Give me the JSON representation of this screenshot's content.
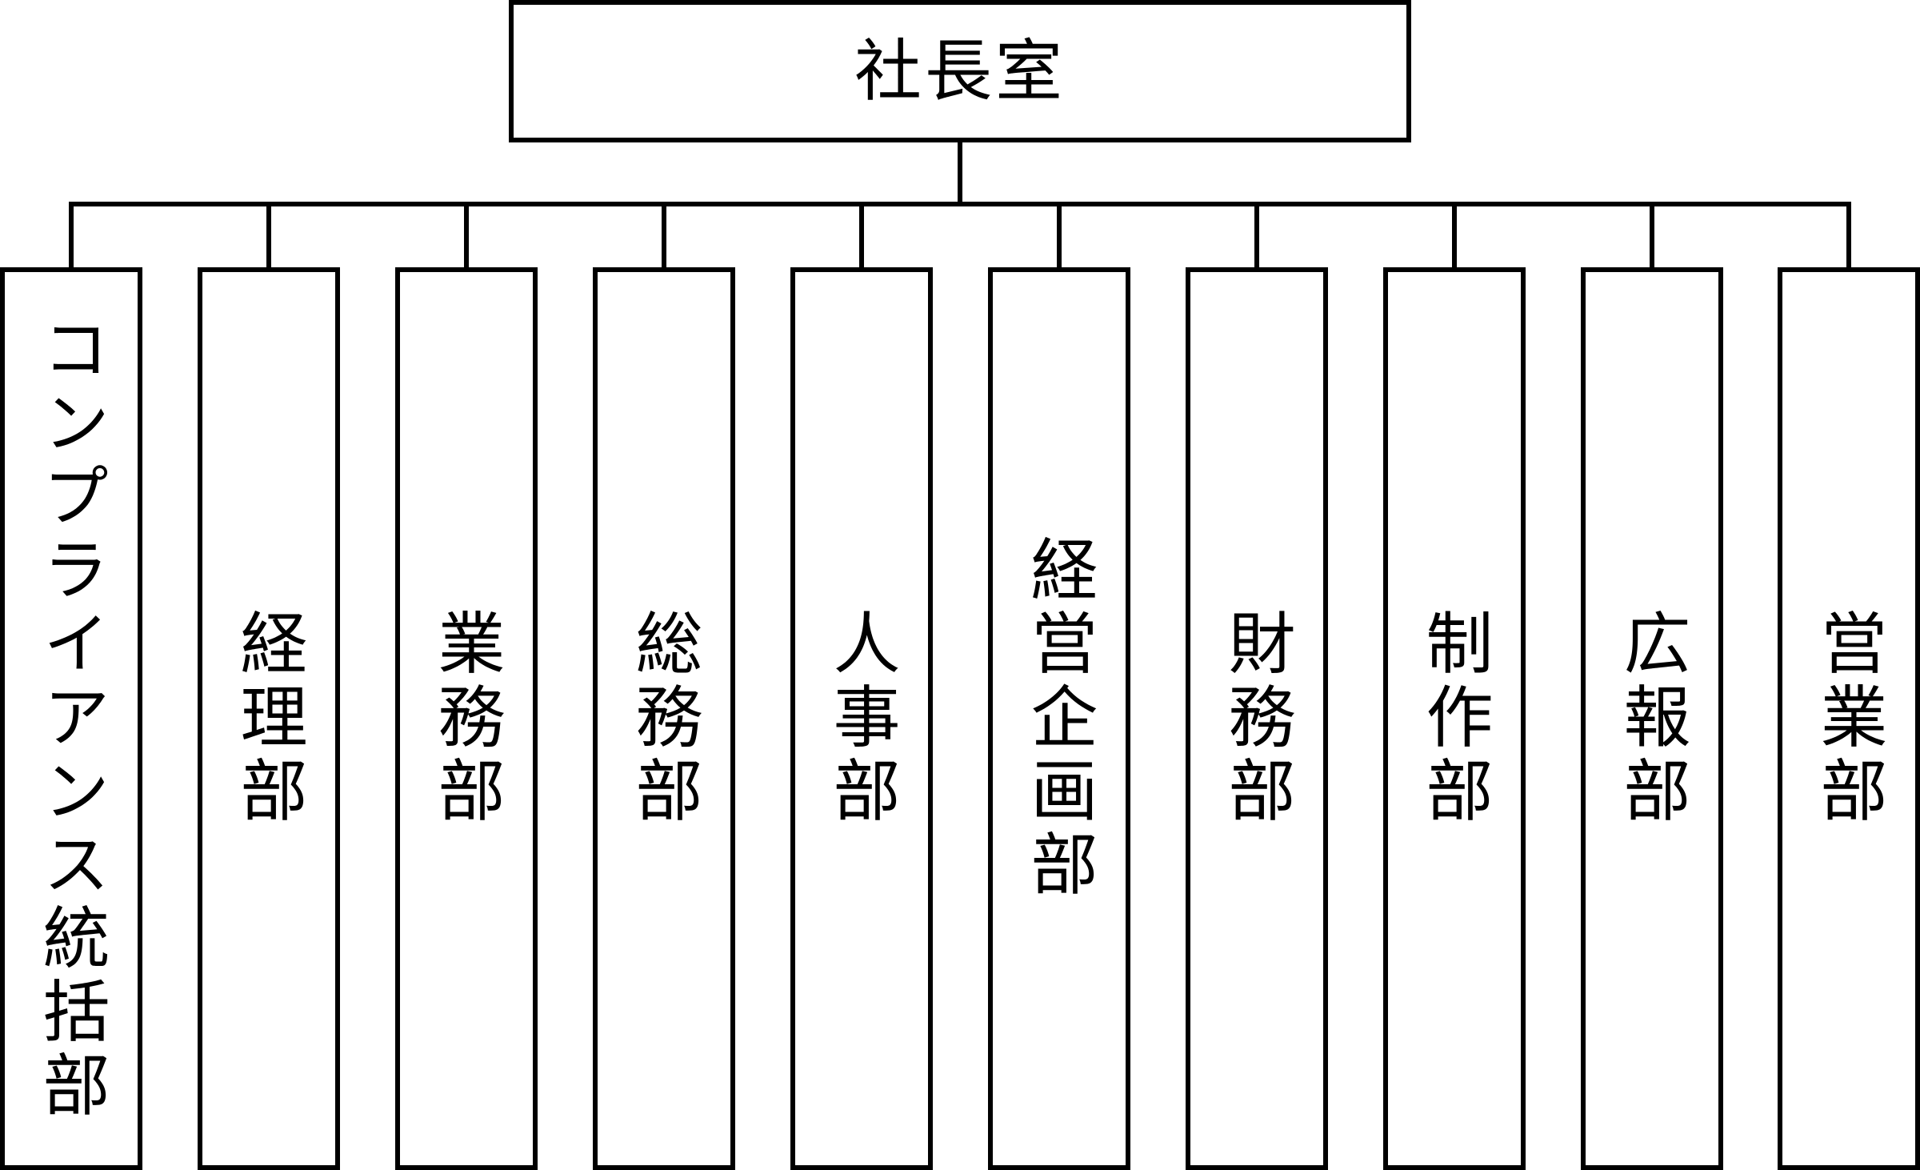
{
  "diagram": {
    "type": "org-chart",
    "root": {
      "label": "社長室"
    },
    "departments": [
      {
        "label": "コンプライアンス統括部"
      },
      {
        "label": "経理部"
      },
      {
        "label": "業務部"
      },
      {
        "label": "総務部"
      },
      {
        "label": "人事部"
      },
      {
        "label": "経営企画部"
      },
      {
        "label": "財務部"
      },
      {
        "label": "制作部"
      },
      {
        "label": "広報部"
      },
      {
        "label": "営業部"
      }
    ],
    "colors": {
      "line": "#000000",
      "background": "#ffffff",
      "text": "#000000"
    }
  }
}
